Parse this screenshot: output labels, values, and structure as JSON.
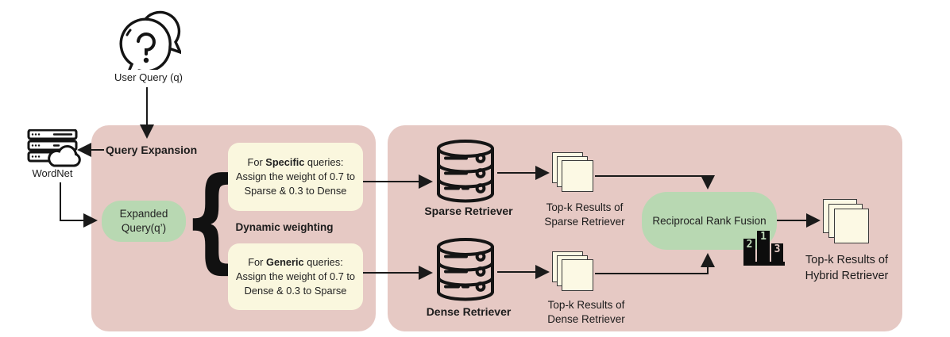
{
  "palette": {
    "container_pink": "#e6c9c4",
    "note_yellow": "#faf7de",
    "accent_green": "#b8d8b2",
    "page_fill": "#fcf9e4",
    "line_black": "#1a1a1a"
  },
  "icons": {
    "user_query": "chat-bubbles-question-icon",
    "wordnet": "server-cloud-icon",
    "sparse_retriever": "database-icon",
    "dense_retriever": "database-icon",
    "results": "document-stack-icon",
    "ranking": "podium-123-icon"
  },
  "nodes": {
    "user_query": {
      "label": "User Query (q)"
    },
    "wordnet": {
      "label": "WordNet"
    },
    "query_expansion": {
      "label": "Query Expansion"
    },
    "expanded_query": {
      "line1": "Expanded",
      "line2": "Query(q’)"
    },
    "brace": "{",
    "specific_note": {
      "prefix": "For ",
      "bold": "Specific",
      "suffix": " queries:",
      "line2": "Assign the weight of 0.7 to",
      "line3": "Sparse & 0.3 to Dense"
    },
    "dynamic_weighting": {
      "label": "Dynamic weighting"
    },
    "generic_note": {
      "prefix": "For ",
      "bold": "Generic",
      "suffix": " queries:",
      "line2": "Assign the weight of 0.7 to",
      "line3": "Dense & 0.3 to Sparse"
    },
    "sparse_retriever": {
      "label": "Sparse Retriever"
    },
    "sparse_results": {
      "line1": "Top-k Results of",
      "line2": "Sparse Retriever"
    },
    "dense_retriever": {
      "label": "Dense Retriever"
    },
    "dense_results": {
      "line1": "Top-k Results of",
      "line2": "Dense Retriever"
    },
    "rrf": {
      "label": "Reciprocal Rank Fusion"
    },
    "podium": {
      "first": "1",
      "second": "2",
      "third": "3"
    },
    "hybrid_results": {
      "line1": "Top-k Results of",
      "line2": "Hybrid Retriever"
    }
  }
}
